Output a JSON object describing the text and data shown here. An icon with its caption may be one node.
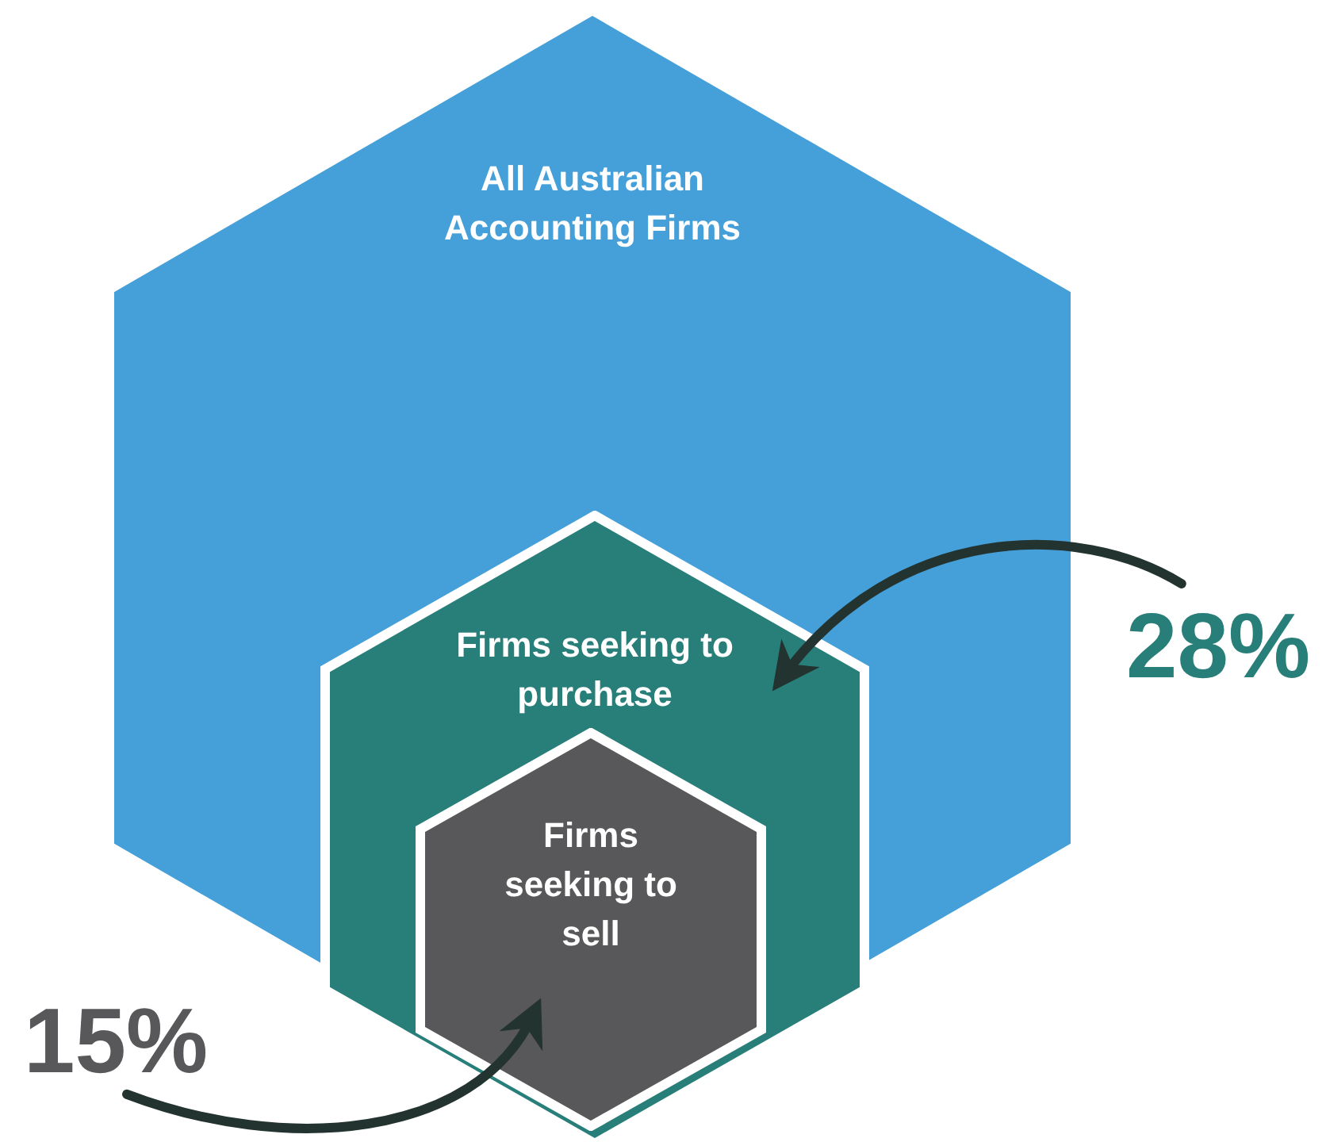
{
  "diagram": {
    "nodes": [
      {
        "text": [
          "All Australian Accounting Firms"
        ]
      },
      {
        "text": [
          "Firms seeking to purchase"
        ],
        "in": 0
      },
      {
        "text": [
          "Firms seeking to sell"
        ],
        "in": 1
      },
      {
        "text": [
          "28%"
        ]
      },
      {
        "text": [
          "15%"
        ]
      }
    ],
    "edges": [
      {
        "from": 3,
        "to": 1,
        "arrow": "to"
      },
      {
        "from": 4,
        "to": 2,
        "arrow": "to"
      }
    ]
  }
}
